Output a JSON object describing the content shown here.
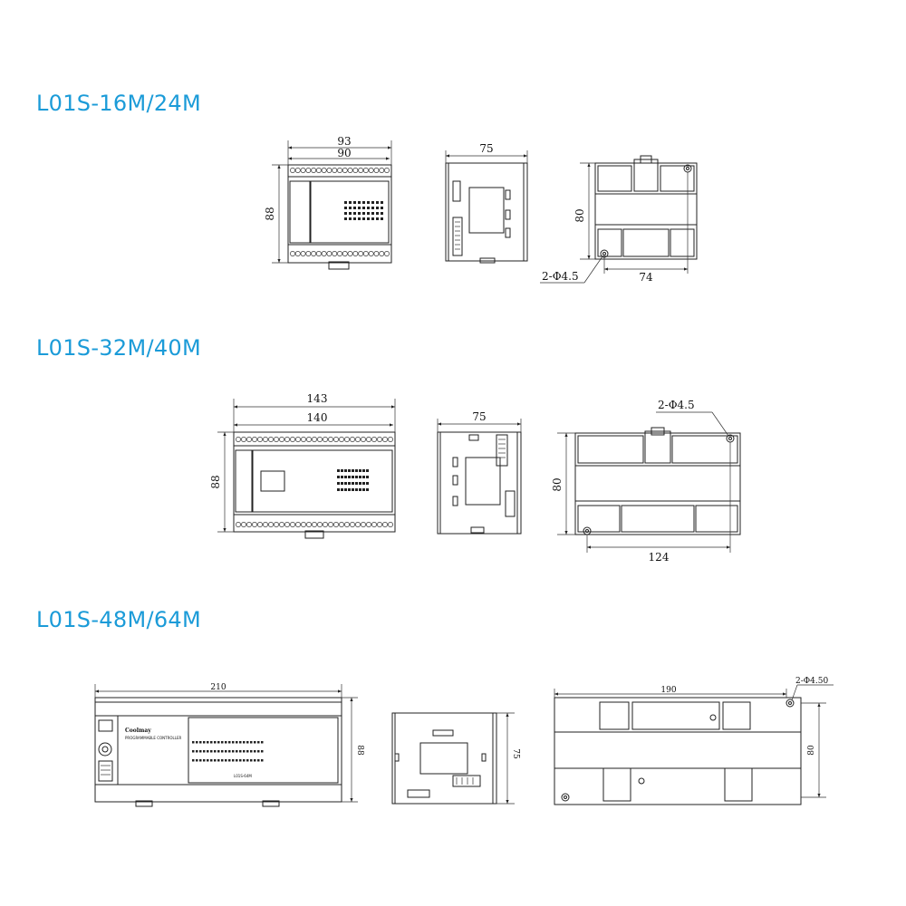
{
  "colors": {
    "title": "#1b9bd8",
    "line": "#222222"
  },
  "sections": [
    {
      "title": "L01S-16M/24M",
      "front": {
        "width_outer": "93",
        "width_inner": "90",
        "height": "88"
      },
      "side": {
        "depth": "75"
      },
      "bottom": {
        "height": "80",
        "hole_spacing": "74",
        "holes": "2-Φ4.5"
      }
    },
    {
      "title": "L01S-32M/40M",
      "front": {
        "width_outer": "143",
        "width_inner": "140",
        "height": "88"
      },
      "side": {
        "depth": "75"
      },
      "bottom": {
        "height": "80",
        "hole_spacing": "124",
        "holes": "2-Φ4.5"
      }
    },
    {
      "title": "L01S-48M/64M",
      "front": {
        "width": "210",
        "height": "88",
        "brand": "Coolmay",
        "subtitle": "PROGRAMMABLE CONTROLLER",
        "model": "L01S-64M"
      },
      "side": {
        "depth": "75"
      },
      "bottom": {
        "width": "190",
        "height": "80",
        "holes": "2-Φ4.50"
      }
    }
  ]
}
